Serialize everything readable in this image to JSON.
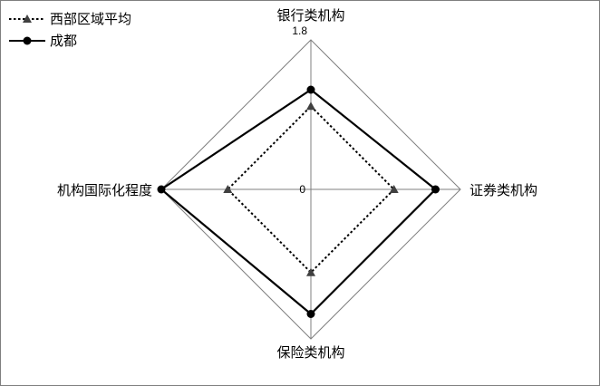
{
  "chart_data": {
    "type": "radar",
    "categories": [
      "银行类机构",
      "证券类机构",
      "保险类机构",
      "机构国际化程度"
    ],
    "range": [
      0,
      1.8
    ],
    "tick_labels": {
      "max": "1.8",
      "min": "0"
    },
    "series": [
      {
        "name": "西部区域平均",
        "values": [
          1.0,
          1.0,
          1.0,
          1.0
        ],
        "line_style": "dotted",
        "marker": "triangle",
        "color": "#000000"
      },
      {
        "name": "成都",
        "values": [
          1.2,
          1.5,
          1.5,
          1.8
        ],
        "line_style": "solid",
        "marker": "circle",
        "color": "#000000"
      }
    ],
    "grid": {
      "outer_ring_only": true,
      "ring_color": "#7f7f7f",
      "axis_color": "#7f7f7f"
    },
    "legend": {
      "position": "top-left"
    }
  }
}
